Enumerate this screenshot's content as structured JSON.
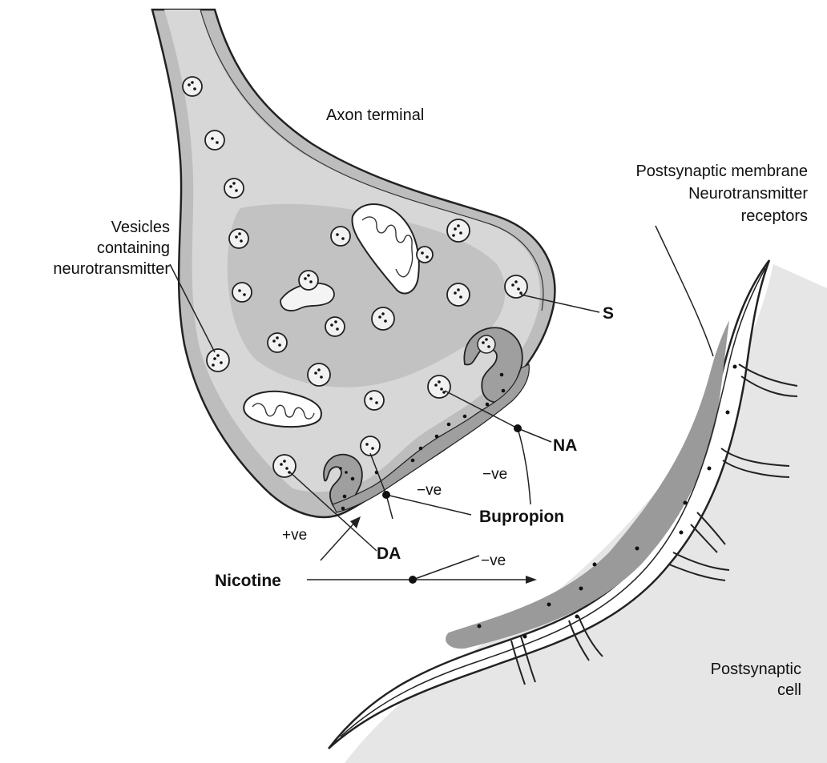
{
  "diagram": {
    "labels": {
      "axon_terminal": "Axon terminal",
      "vesicles": [
        "Vesicles",
        "containing",
        "neurotransmitter"
      ],
      "postsynaptic_membrane": [
        "Postsynaptic membrane",
        "Neurotransmitter",
        "receptors"
      ],
      "postsynaptic_cell": [
        "Postsynaptic",
        "cell"
      ],
      "s": "S",
      "na": "NA",
      "da": "DA",
      "bupropion": "Bupropion",
      "nicotine": "Nicotine",
      "plus_ve": "+ve",
      "minus_ve_1": "−ve",
      "minus_ve_2": "−ve",
      "minus_ve_3": "−ve"
    },
    "colors": {
      "terminal_outer": "#b9b9b9",
      "terminal_inner": "#d6d6d6",
      "terminal_core": "#c4c4c4",
      "postsynaptic_shade": "#e3e3e3",
      "membrane_band": "#9a9a9a",
      "outline": "#222222"
    }
  }
}
